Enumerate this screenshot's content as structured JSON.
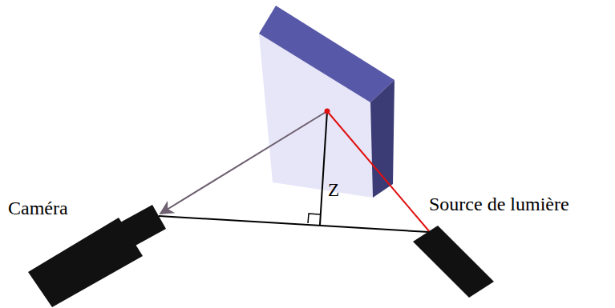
{
  "diagram": {
    "labels": [
      "Caméra",
      "Z",
      "Source de lumière"
    ]
  }
}
